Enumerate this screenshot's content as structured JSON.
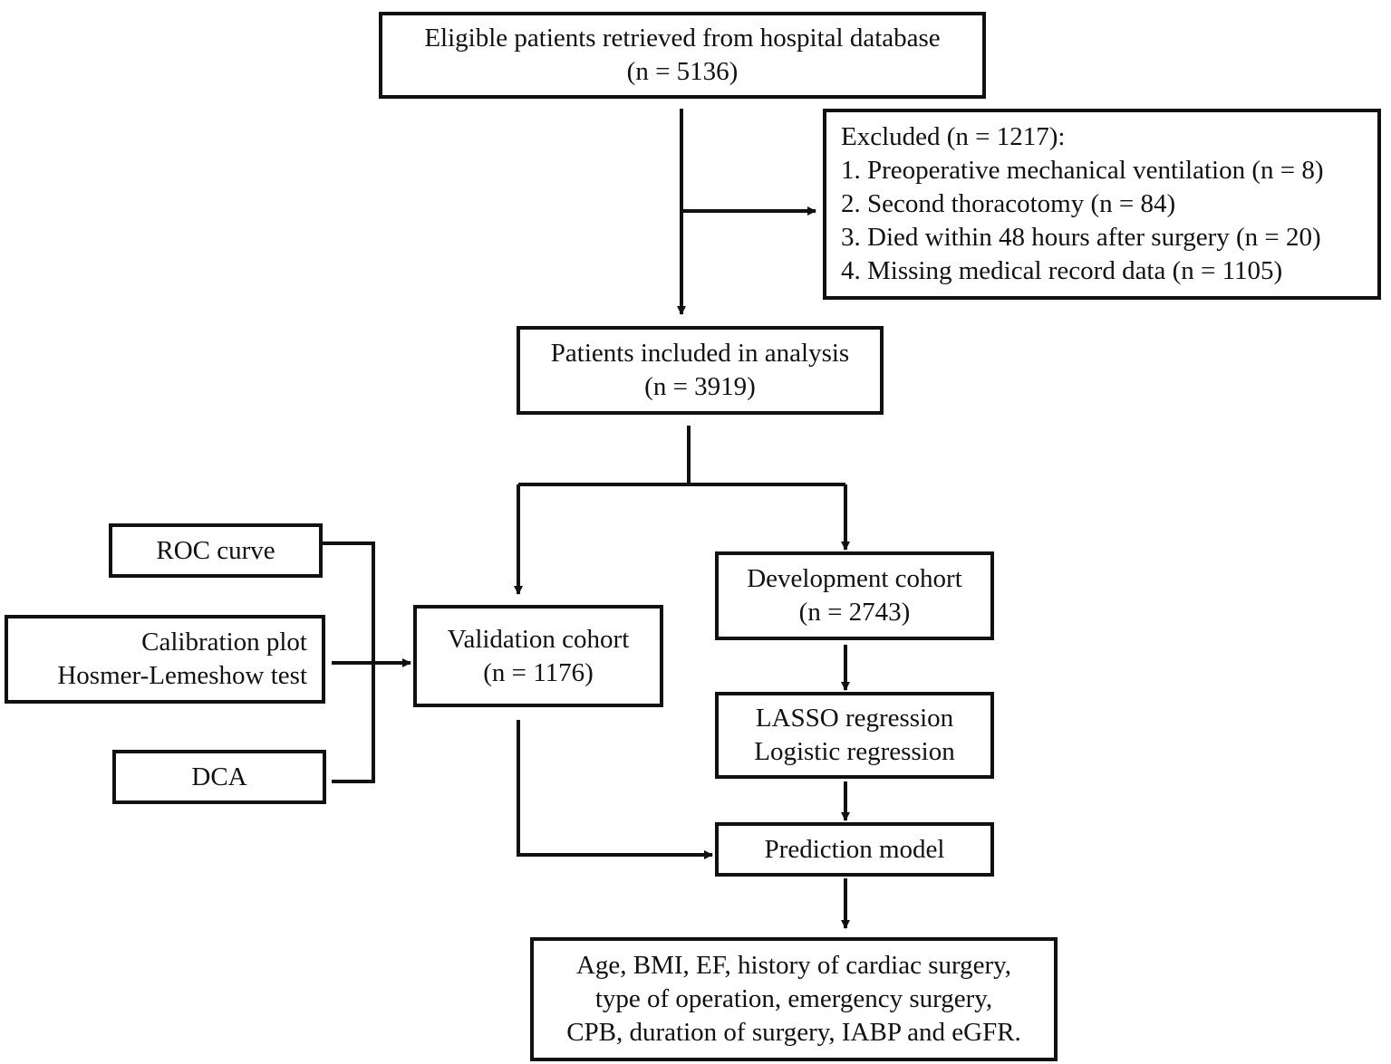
{
  "boxes": {
    "eligible": {
      "lines": [
        "Eligible patients retrieved from hospital database",
        "(n = 5136)"
      ]
    },
    "excluded": {
      "heading": "Excluded (n = 1217):",
      "items": [
        "1. Preoperative mechanical ventilation (n = 8)",
        "2. Second thoracotomy (n = 84)",
        "3. Died within 48 hours after surgery (n = 20)",
        "4. Missing medical record data (n = 1105)"
      ]
    },
    "included": {
      "lines": [
        "Patients included in analysis",
        "(n = 3919)"
      ]
    },
    "validation": {
      "lines": [
        "Validation cohort",
        "(n = 1176)"
      ]
    },
    "development": {
      "lines": [
        "Development cohort",
        "(n = 2743)"
      ]
    },
    "regression": {
      "lines": [
        "LASSO regression",
        "Logistic regression"
      ]
    },
    "prediction": {
      "lines": [
        "Prediction model"
      ]
    },
    "predictors": {
      "lines": [
        "Age, BMI, EF, history of cardiac surgery,",
        "type of operation, emergency surgery,",
        "CPB, duration of surgery, IABP and eGFR."
      ]
    },
    "roc": {
      "lines": [
        "ROC curve"
      ]
    },
    "calibration": {
      "lines": [
        "Calibration plot",
        "Hosmer-Lemeshow test"
      ]
    },
    "dca": {
      "lines": [
        "DCA"
      ]
    }
  }
}
